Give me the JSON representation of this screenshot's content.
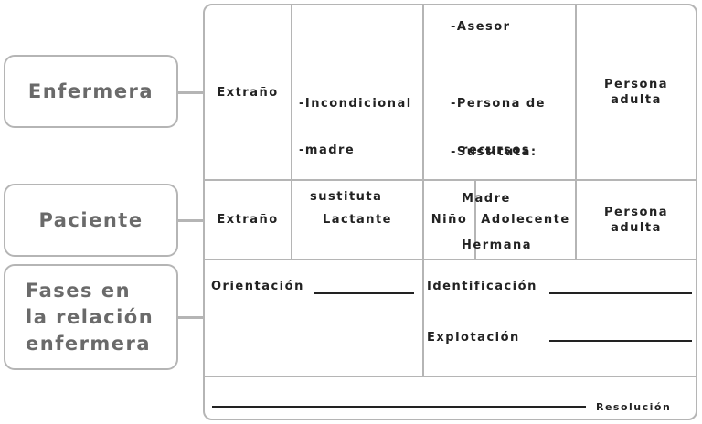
{
  "labels": {
    "enfermera": "Enfermera",
    "paciente": "Paciente",
    "fases": [
      "Fases en",
      "la relación",
      "enfermera"
    ]
  },
  "row_enfermera": {
    "col1": "Extraño",
    "col2_lines": [
      "-Incondicional",
      "-madre",
      "  sustituta"
    ],
    "col3_asesor": "-Asesor",
    "col3_recursos": [
      "-Persona de",
      "  recursos"
    ],
    "col3_sustituta": [
      "-Sustituta:",
      "  Madre",
      "  Hermana"
    ],
    "col4": [
      "Persona",
      "adulta"
    ]
  },
  "row_paciente": {
    "col1": "Extraño",
    "col2": "Lactante",
    "col3a": "Niño",
    "col3b": "Adolecente",
    "col4": [
      "Persona",
      "adulta"
    ]
  },
  "fases": {
    "orientacion": "Orientación",
    "identificacion": "Identificación",
    "explotacion": "Explotación",
    "resolucion": "Resolución"
  }
}
